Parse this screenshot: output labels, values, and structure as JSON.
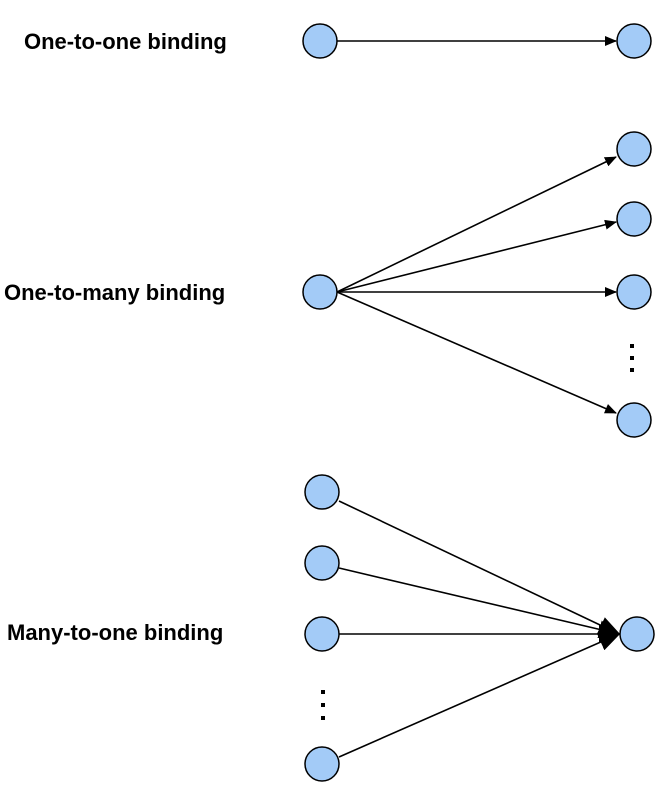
{
  "colors": {
    "node_fill": "#a3cbf7",
    "node_stroke": "#000000",
    "edge": "#000000",
    "background": "#ffffff"
  },
  "sections": [
    {
      "id": "one-to-one",
      "label": "One-to-one binding",
      "sources": 1,
      "targets": 1,
      "elided": "none"
    },
    {
      "id": "one-to-many",
      "label": "One-to-many binding",
      "sources": 1,
      "targets": 4,
      "elided": "targets"
    },
    {
      "id": "many-to-one",
      "label": "Many-to-one binding",
      "sources": 4,
      "targets": 1,
      "elided": "sources"
    }
  ]
}
